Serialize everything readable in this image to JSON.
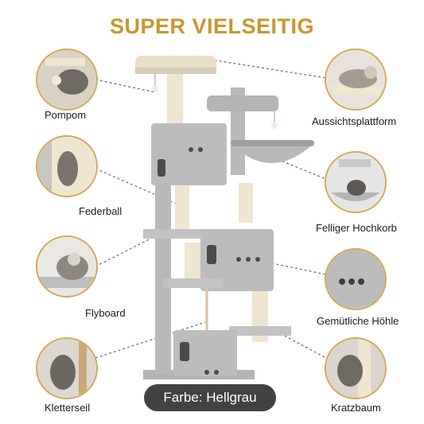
{
  "title": "SUPER VIELSEITIG",
  "features": {
    "left": [
      "Pompom",
      "Federball",
      "Flyboard",
      "Kletterseil"
    ],
    "right": [
      "Aussichtsplattform",
      "Felliger Hochkorb",
      "Gemütliche Höhle",
      "Kratzbaum"
    ]
  },
  "badge": "Farbe: Hellgrau",
  "colors": {
    "title": "#c9962e",
    "circle_border": "#d4a85a",
    "plush": "#b9b9b9",
    "sisal": "#efe6d2",
    "connector": "#6a5fa0",
    "badge_bg": "#2b2b2b"
  }
}
